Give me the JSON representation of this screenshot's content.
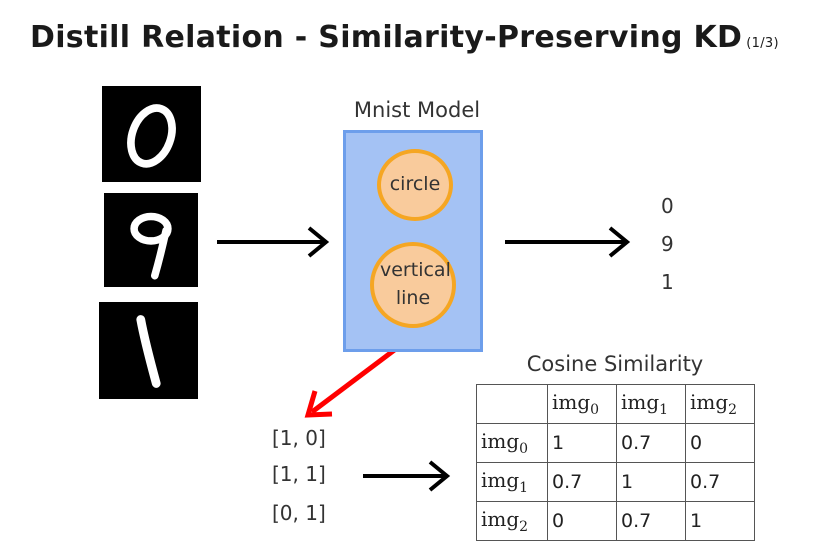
{
  "title": {
    "text": "Distill Relation - Similarity-Preserving KD",
    "page": "(1/3)"
  },
  "model": {
    "label": "Mnist Model",
    "neurons": [
      {
        "label": "circle"
      },
      {
        "label": "vertical line"
      }
    ]
  },
  "inputs": [
    "0",
    "9",
    "1"
  ],
  "outputs": [
    "0",
    "9",
    "1"
  ],
  "vectors": [
    "[1, 0]",
    "[1, 1]",
    "[0, 1]"
  ],
  "similarity": {
    "title": "Cosine Similarity",
    "headers": [
      "img0",
      "img1",
      "img2"
    ],
    "rows": [
      {
        "label": "img0",
        "values": [
          "1",
          "0.7",
          "0"
        ]
      },
      {
        "label": "img1",
        "values": [
          "0.7",
          "1",
          "0.7"
        ]
      },
      {
        "label": "img2",
        "values": [
          "0",
          "0.7",
          "1"
        ]
      }
    ]
  },
  "colors": {
    "box_fill": "#a4c2f4",
    "box_border": "#6d9eeb",
    "neuron_fill": "#f9cb9c",
    "neuron_border": "#f5a623",
    "arrow_red": "#ff0000",
    "arrow_black": "#000000"
  }
}
